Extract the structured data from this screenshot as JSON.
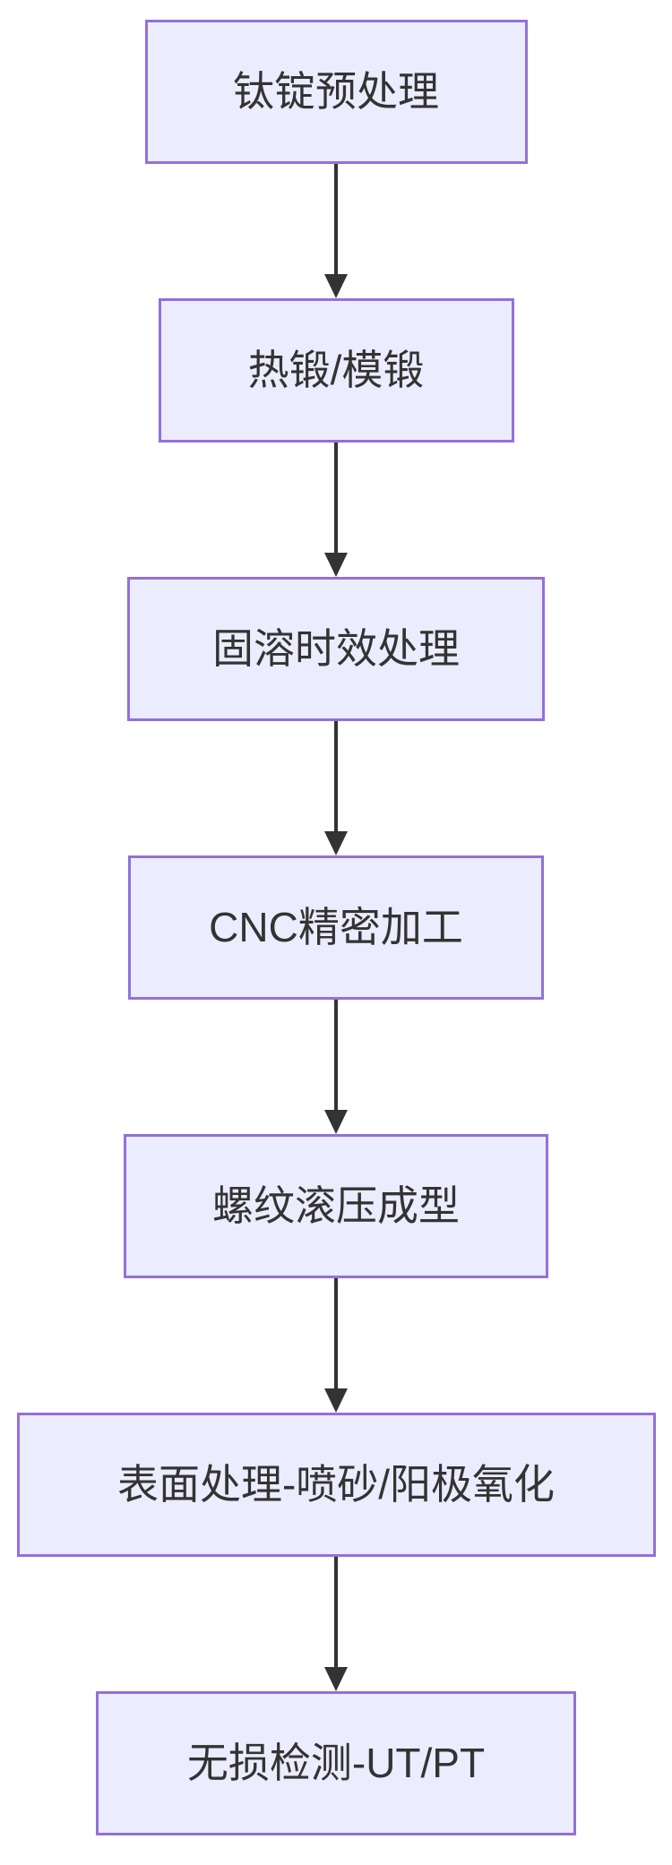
{
  "diagram": {
    "type": "flowchart",
    "direction": "top-to-bottom",
    "nodes": [
      {
        "label": "钛锭预处理"
      },
      {
        "label": "热锻/模锻"
      },
      {
        "label": "固溶时效处理"
      },
      {
        "label": "CNC精密加工"
      },
      {
        "label": "螺纹滚压成型"
      },
      {
        "label": "表面处理-喷砂/阳极氧化"
      },
      {
        "label": "无损检测-UT/PT"
      }
    ],
    "edges": [
      {
        "from": "钛锭预处理",
        "to": "热锻/模锻",
        "style": "solid-arrow"
      },
      {
        "from": "热锻/模锻",
        "to": "固溶时效处理",
        "style": "solid-arrow"
      },
      {
        "from": "固溶时效处理",
        "to": "CNC精密加工",
        "style": "solid-arrow"
      },
      {
        "from": "CNC精密加工",
        "to": "螺纹滚压成型",
        "style": "solid-arrow"
      },
      {
        "from": "螺纹滚压成型",
        "to": "表面处理-喷砂/阳极氧化",
        "style": "solid-arrow"
      },
      {
        "from": "表面处理-喷砂/阳极氧化",
        "to": "无损检测-UT/PT",
        "style": "solid-arrow"
      }
    ]
  },
  "theme": {
    "node_fill": "#ECECFF",
    "node_border": "#9370DB",
    "node_text": "#333333",
    "arrow_color": "#333333",
    "background": "#FFFFFF"
  }
}
